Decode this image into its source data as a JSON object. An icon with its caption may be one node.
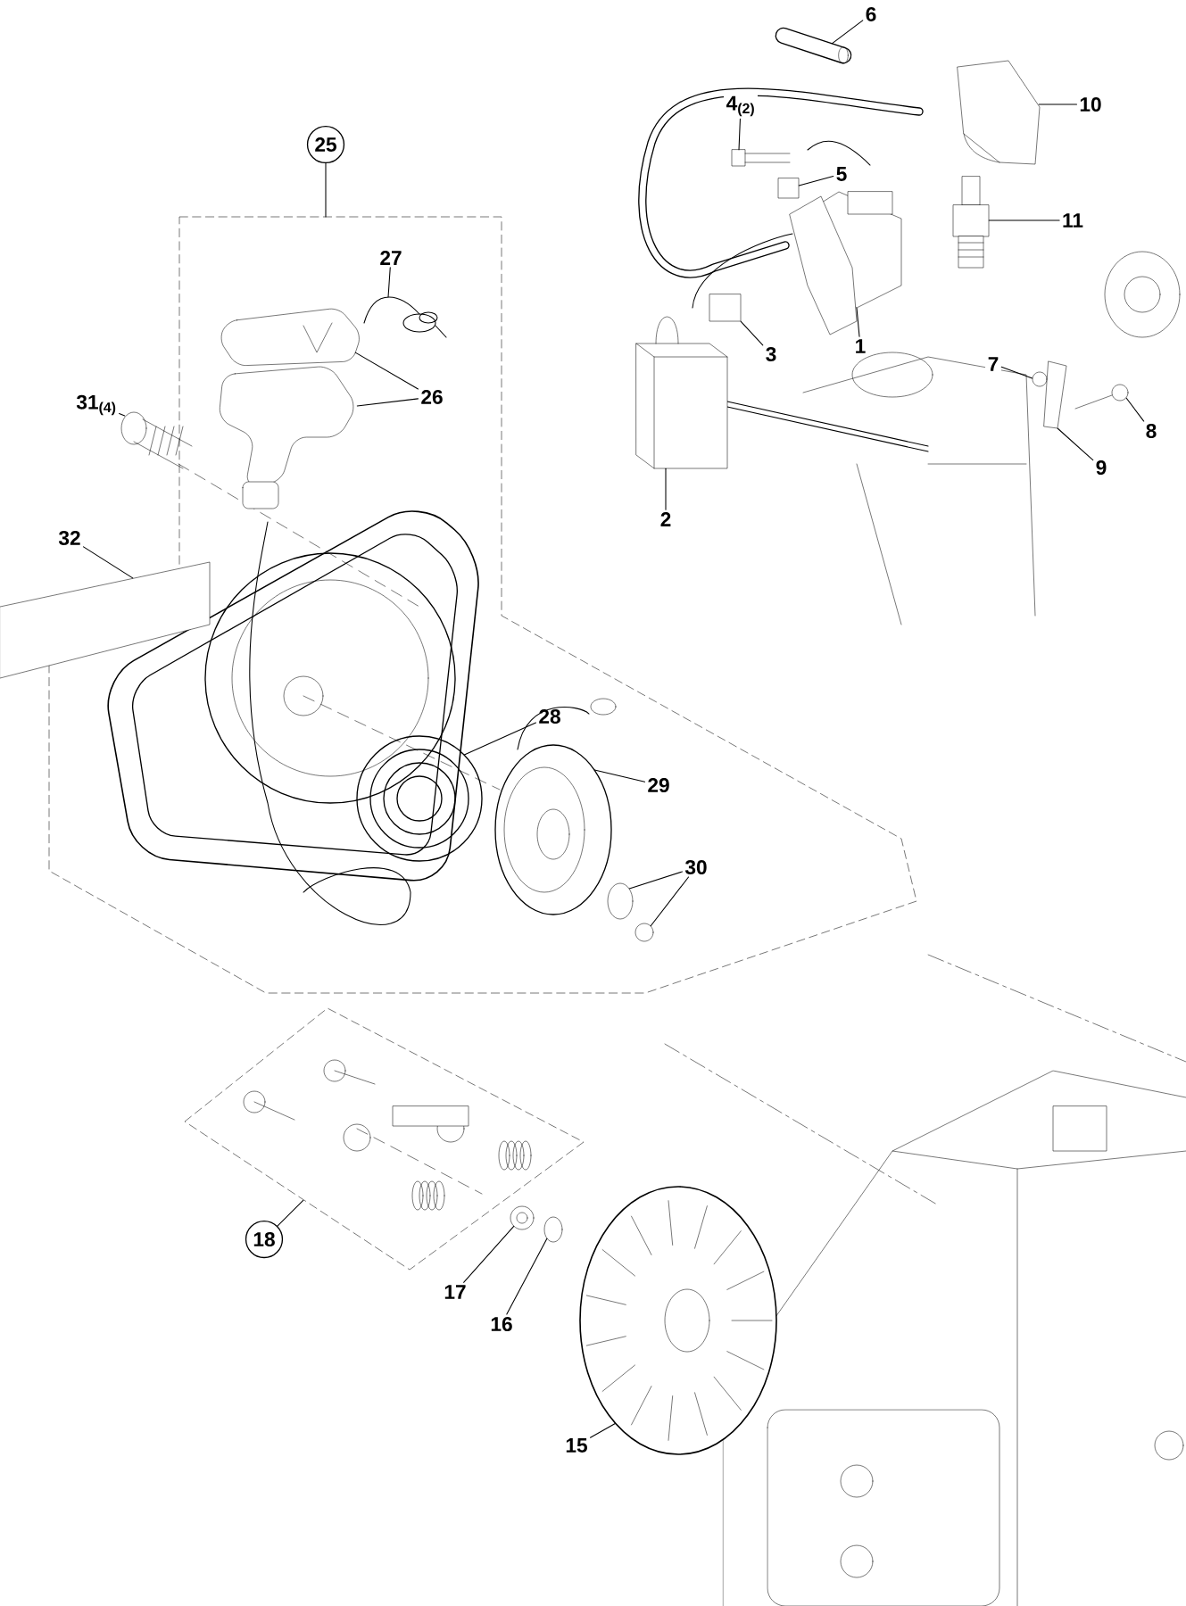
{
  "diagram": {
    "nodes": [
      {
        "text": [
          "6"
        ]
      },
      {
        "text": [
          "10"
        ]
      },
      {
        "text": [
          "4$_{(2)}$"
        ]
      },
      {
        "text": [
          "5"
        ]
      },
      {
        "text": [
          "11"
        ]
      },
      {
        "text": [
          "25"
        ]
      },
      {
        "text": [
          "27"
        ]
      },
      {
        "text": [
          "26"
        ]
      },
      {
        "text": [
          "31$_{(4)}$"
        ]
      },
      {
        "text": [
          "3"
        ]
      },
      {
        "text": [
          "1"
        ]
      },
      {
        "text": [
          "7"
        ]
      },
      {
        "text": [
          "8"
        ]
      },
      {
        "text": [
          "9"
        ]
      },
      {
        "text": [
          "2"
        ]
      },
      {
        "text": [
          "32"
        ]
      },
      {
        "text": [
          "28"
        ]
      },
      {
        "text": [
          "29"
        ]
      },
      {
        "text": [
          "30"
        ]
      },
      {
        "text": [
          "18"
        ]
      },
      {
        "text": [
          "17"
        ]
      },
      {
        "text": [
          "16"
        ]
      },
      {
        "text": [
          "15"
        ]
      },
      {
        "text": [],
        "shape": "picture"
      },
      {
        "text": [],
        "shape": "picture"
      },
      {
        "text": [],
        "shape": "picture"
      },
      {
        "text": [],
        "shape": "box"
      },
      {
        "text": [],
        "shape": "picture"
      },
      {
        "text": [],
        "shape": "picture"
      },
      {
        "text": [],
        "shape": "picture"
      },
      {
        "text": [],
        "shape": "picture"
      },
      {
        "text": [],
        "shape": "picture"
      },
      {
        "text": [],
        "shape": "box"
      },
      {
        "text": [],
        "shape": "picture"
      },
      {
        "text": [],
        "shape": "circle"
      },
      {
        "text": [],
        "shape": "picture"
      },
      {
        "text": [],
        "shape": "picture"
      },
      {
        "text": [],
        "shape": "box"
      },
      {
        "text": [],
        "shape": "box"
      },
      {
        "text": [],
        "shape": "picture"
      },
      {
        "text": [],
        "shape": "picture"
      },
      {
        "text": [],
        "shape": "circle"
      },
      {
        "text": [],
        "shape": "circle"
      },
      {
        "text": [],
        "shape": "picture"
      },
      {
        "text": [],
        "shape": "circle"
      },
      {
        "text": [],
        "shape": "picture"
      },
      {
        "text": [],
        "shape": "box"
      }
    ],
    "edges": [
      {
        "from": 0,
        "to": 23,
        "arrow": "none"
      },
      {
        "from": 1,
        "to": 24,
        "arrow": "none"
      },
      {
        "from": 2,
        "to": 25,
        "arrow": "none"
      },
      {
        "from": 3,
        "to": 26,
        "arrow": "none"
      },
      {
        "from": 4,
        "to": 27,
        "arrow": "none"
      },
      {
        "from": 5,
        "to": null,
        "arrow": "none"
      },
      {
        "from": 6,
        "to": 28,
        "arrow": "none"
      },
      {
        "from": 7,
        "to": 29,
        "arrow": "none"
      },
      {
        "from": 7,
        "to": 30,
        "arrow": "none"
      },
      {
        "from": 8,
        "to": 31,
        "arrow": "none"
      },
      {
        "from": 9,
        "to": 32,
        "arrow": "none"
      },
      {
        "from": 10,
        "to": 33,
        "arrow": "none"
      },
      {
        "from": 11,
        "to": 34,
        "arrow": "none"
      },
      {
        "from": 12,
        "to": 35,
        "arrow": "none"
      },
      {
        "from": 13,
        "to": 36,
        "arrow": "none"
      },
      {
        "from": 14,
        "to": 37,
        "arrow": "none"
      },
      {
        "from": 15,
        "to": 38,
        "arrow": "none"
      },
      {
        "from": 16,
        "to": 39,
        "arrow": "none"
      },
      {
        "from": 17,
        "to": 40,
        "arrow": "none"
      },
      {
        "from": 18,
        "to": 41,
        "arrow": "none"
      },
      {
        "from": 18,
        "to": 42,
        "arrow": "none"
      },
      {
        "from": 19,
        "to": 46,
        "arrow": "none"
      },
      {
        "from": 20,
        "to": 43,
        "arrow": "none"
      },
      {
        "from": 21,
        "to": 44,
        "arrow": "none"
      },
      {
        "from": 22,
        "to": 45,
        "arrow": "none"
      }
    ]
  }
}
